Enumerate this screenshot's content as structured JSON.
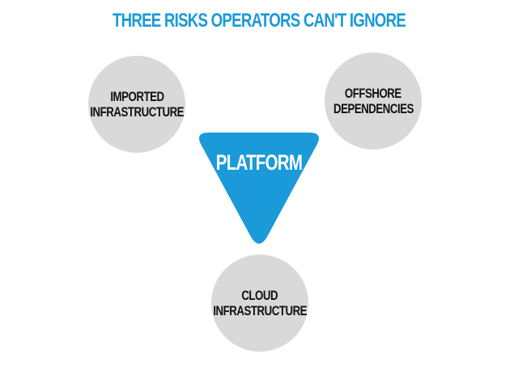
{
  "title": "THREE RISKS OPERATORS CAN'T IGNORE",
  "colors": {
    "accent": "#1a9ad9",
    "circle_fill": "#d9d9d9",
    "label_text": "#111111",
    "platform_text": "#ffffff"
  },
  "center": {
    "label": "PLATFORM"
  },
  "risks": [
    {
      "line1": "IMPORTED",
      "line2": "INFRASTRUCTURE"
    },
    {
      "line1": "OFFSHORE",
      "line2": "DEPENDENCIES"
    },
    {
      "line1": "CLOUD",
      "line2": "INFRASTRUCTURE"
    }
  ]
}
